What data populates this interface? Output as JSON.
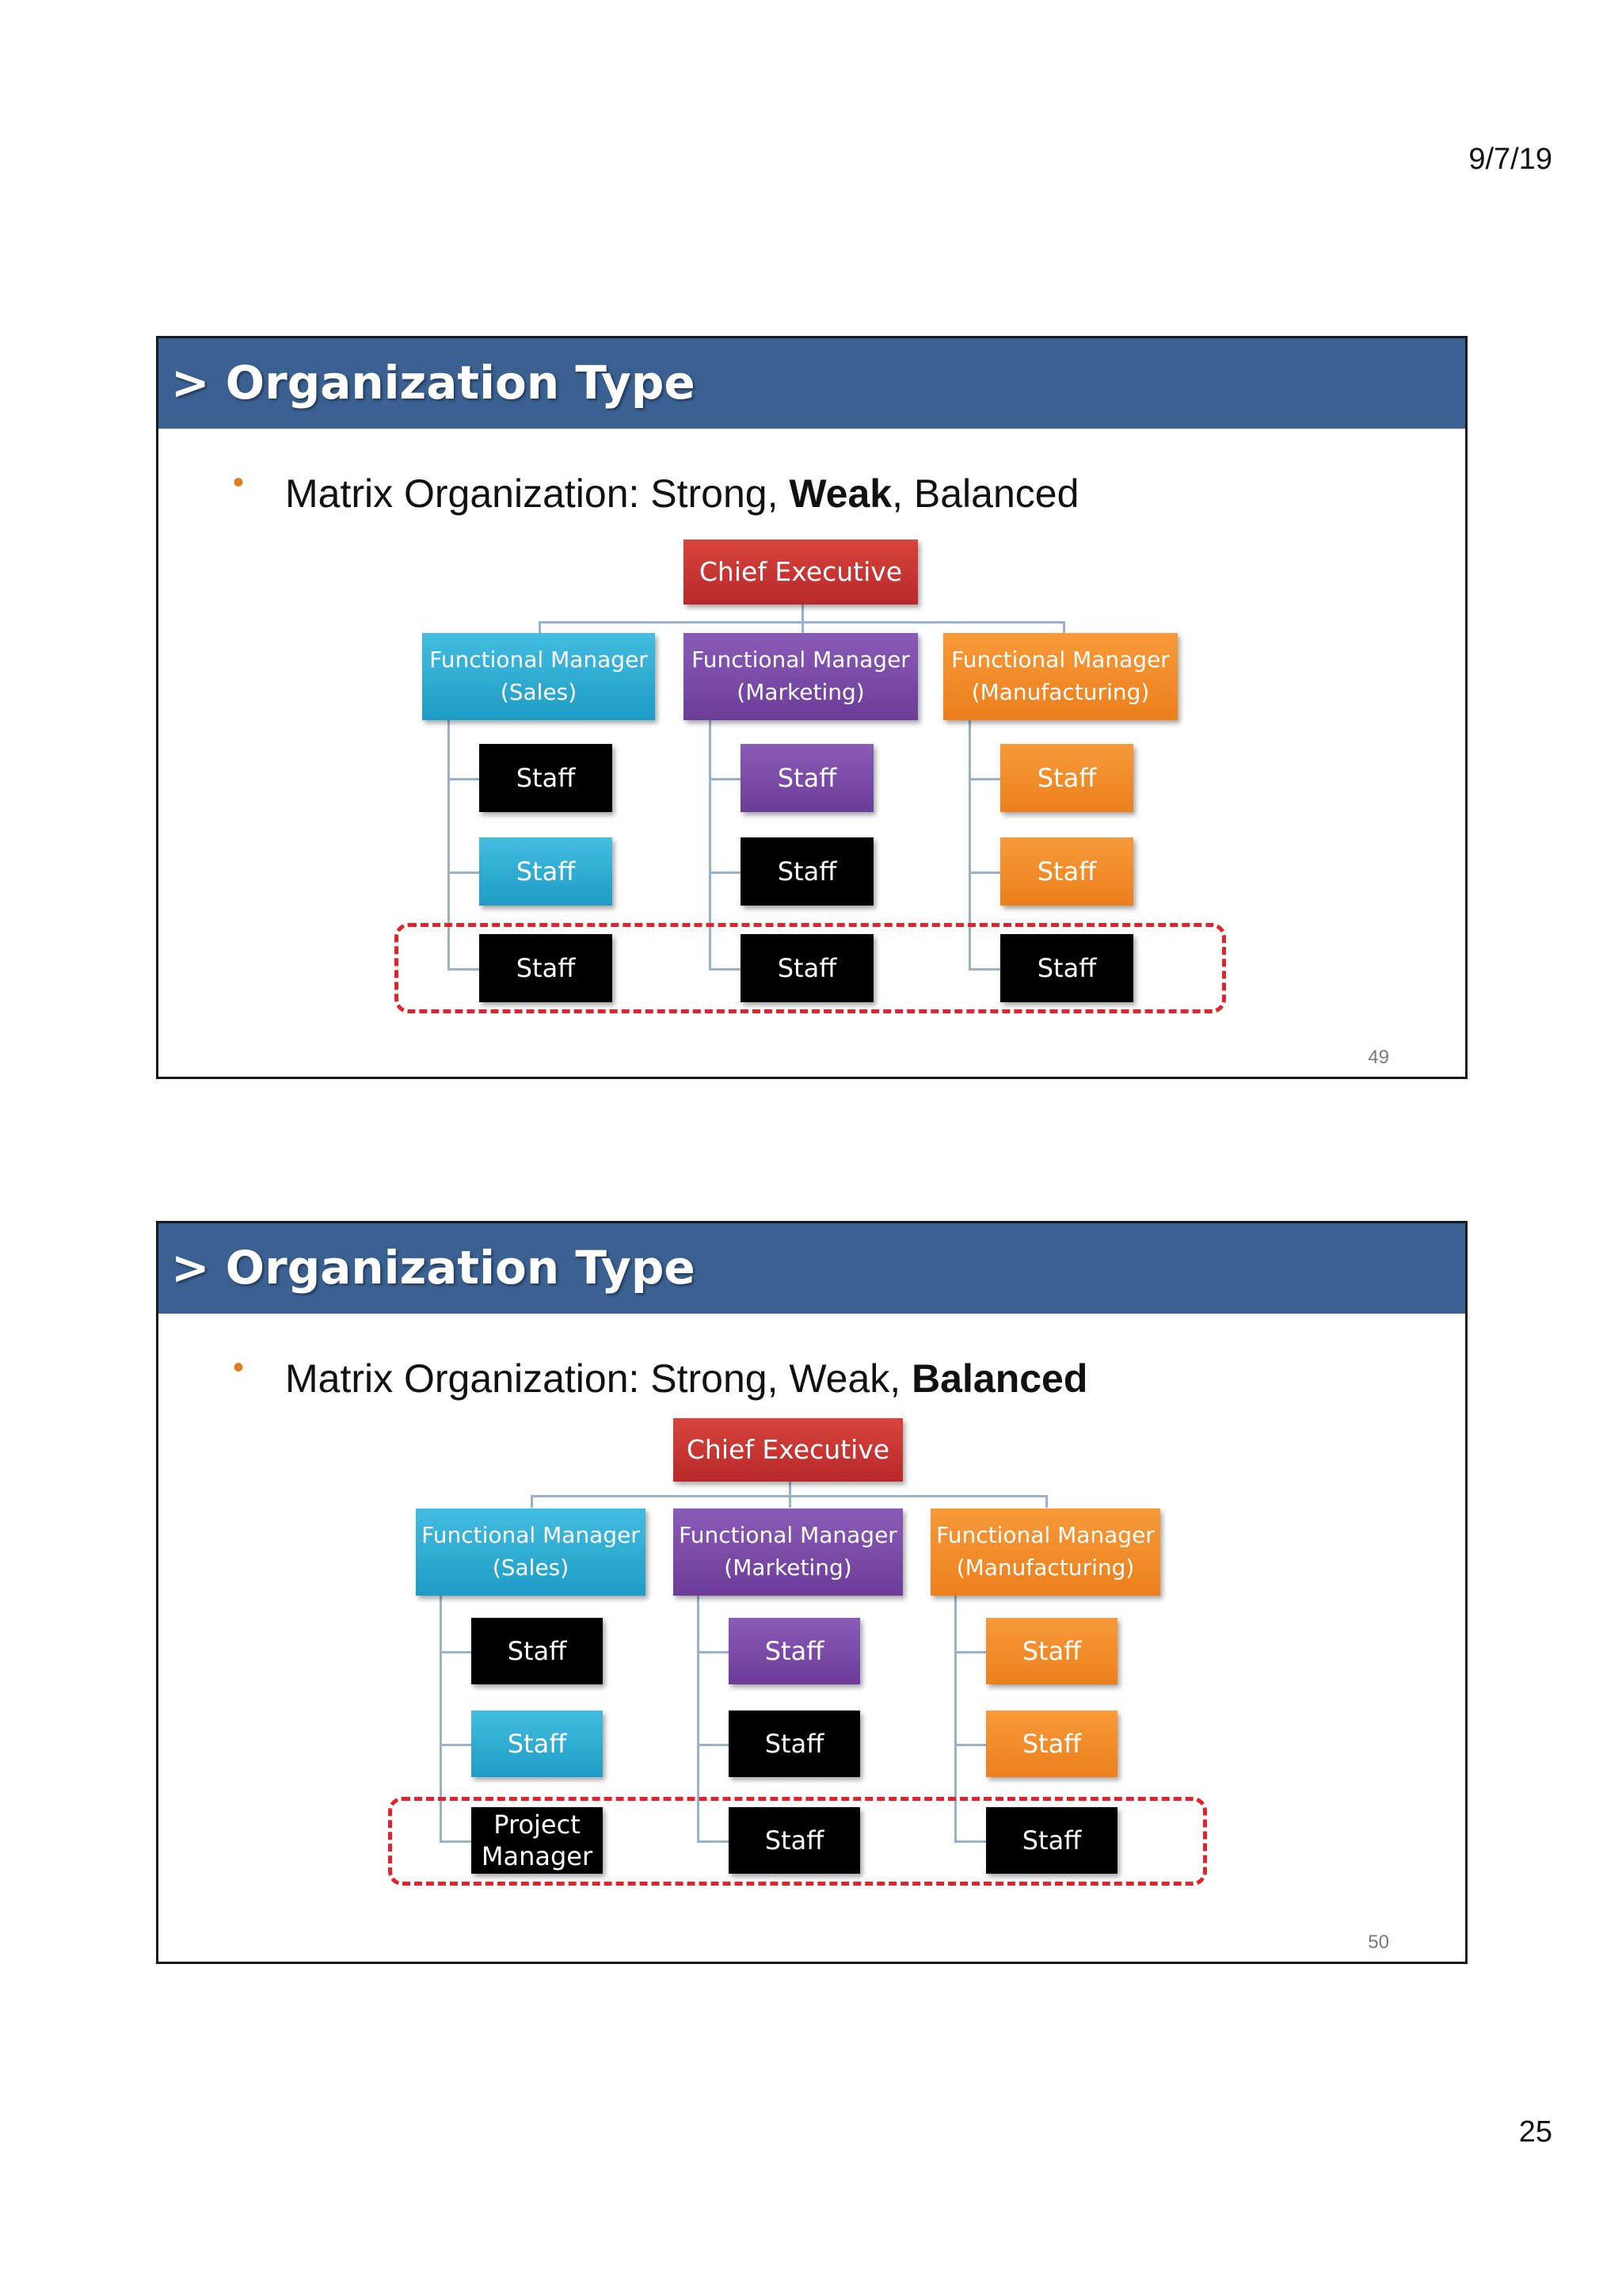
{
  "page": {
    "date": "9/7/19",
    "page_number": "25"
  },
  "slides": [
    {
      "title": "> Organization Type",
      "bullet_prefix": "Matrix Organization: Strong, ",
      "bullet_bold": "Weak",
      "bullet_mid": ", Balanced",
      "slide_number": "49",
      "chart": {
        "chief": "Chief Executive",
        "managers": [
          {
            "title": "Functional Manager",
            "dept": "(Sales)"
          },
          {
            "title": "Functional Manager",
            "dept": "(Marketing)"
          },
          {
            "title": "Functional Manager",
            "dept": "(Manufacturing)"
          }
        ],
        "staff": [
          [
            "Staff",
            "Staff",
            "Staff"
          ],
          [
            "Staff",
            "Staff",
            "Staff"
          ],
          [
            "Staff",
            "Staff",
            "Staff"
          ]
        ]
      }
    },
    {
      "title": "> Organization Type",
      "bullet_prefix": "Matrix Organization: Strong, Weak, ",
      "bullet_bold": "Balanced",
      "bullet_mid": "",
      "slide_number": "50",
      "chart": {
        "chief": "Chief Executive",
        "managers": [
          {
            "title": "Functional Manager",
            "dept": "(Sales)"
          },
          {
            "title": "Functional Manager",
            "dept": "(Marketing)"
          },
          {
            "title": "Functional Manager",
            "dept": "(Manufacturing)"
          }
        ],
        "staff": [
          [
            "Staff",
            "Staff",
            "Project Manager"
          ],
          [
            "Staff",
            "Staff",
            "Staff"
          ],
          [
            "Staff",
            "Staff",
            "Staff"
          ]
        ],
        "project_manager_lines": [
          "Project",
          "Manager"
        ]
      }
    }
  ],
  "colors": {
    "header_blue": "#3a6192",
    "bullet_orange": "#e07a1f",
    "chief_red": "#c9332f",
    "sales_cyan": "#2eaed6",
    "marketing_purple": "#7a4aa8",
    "manufacturing_orange": "#f28a28",
    "highlight_dash_red": "#e2232b"
  }
}
